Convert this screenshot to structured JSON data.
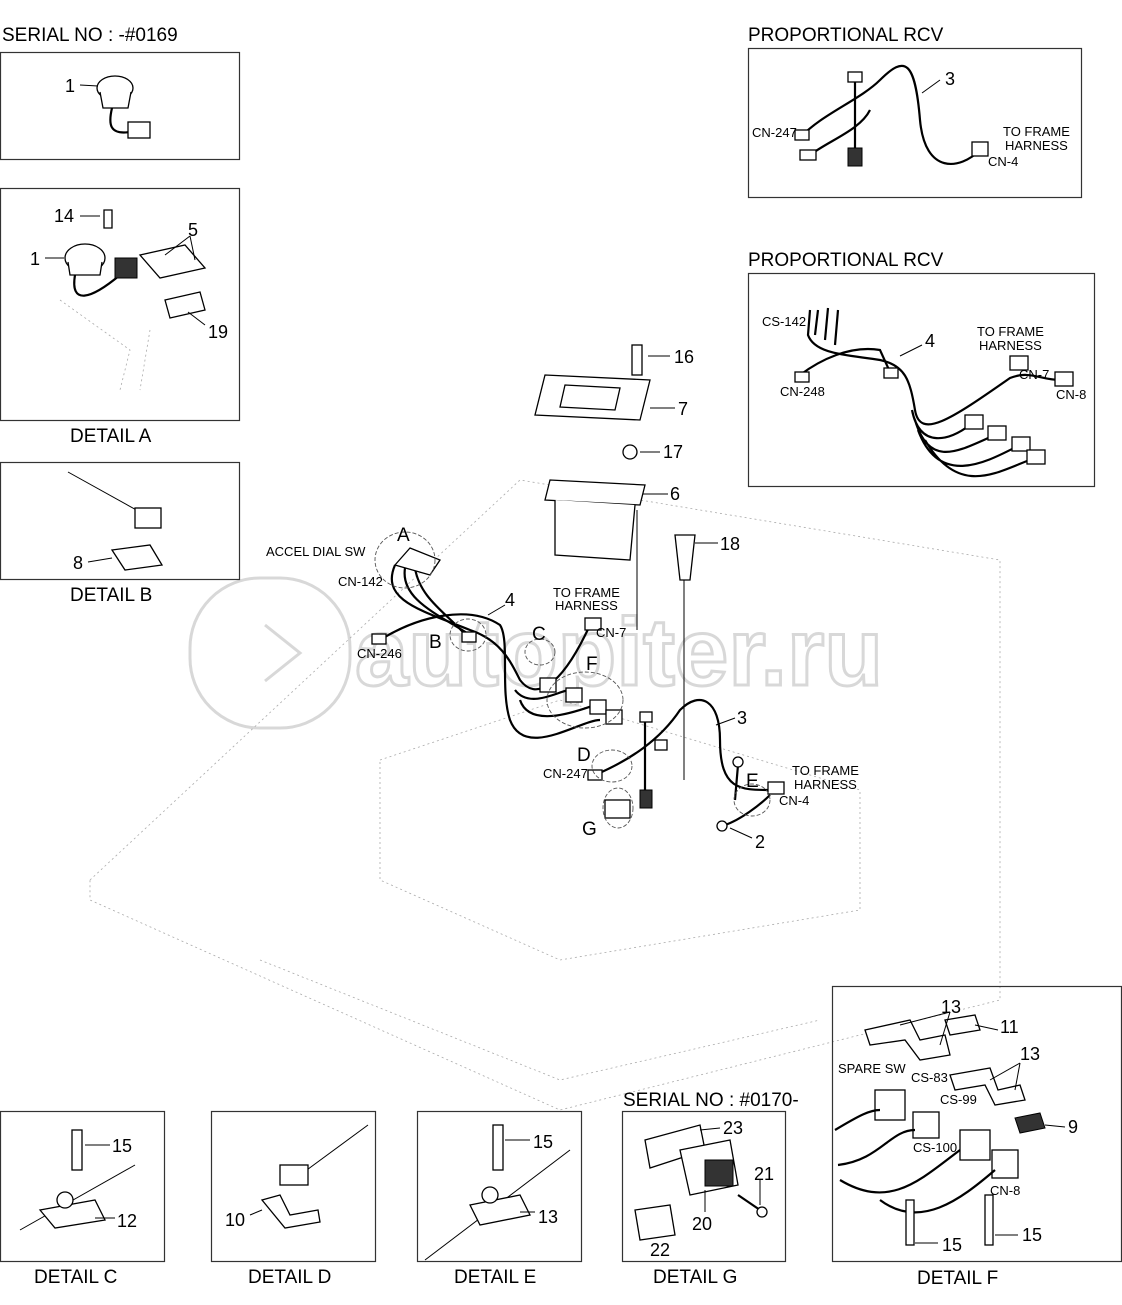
{
  "watermark": "autopiter.ru",
  "titles": {
    "serial_old": "SERIAL NO : -#0169",
    "serial_new": "SERIAL NO : #0170-",
    "rcv_1": "PROPORTIONAL RCV",
    "rcv_2": "PROPORTIONAL RCV"
  },
  "captions": {
    "detail_a": "DETAIL A",
    "detail_b": "DETAIL B",
    "detail_c": "DETAIL C",
    "detail_d": "DETAIL D",
    "detail_e": "DETAIL E",
    "detail_f": "DETAIL F",
    "detail_g": "DETAIL G"
  },
  "connectors": {
    "cn247_rcv": "CN-247",
    "cn4_rcv": "CN-4",
    "to_frame_rcv1_a": "TO FRAME",
    "to_frame_rcv1_b": "HARNESS",
    "cs142": "CS-142",
    "cn248": "CN-248",
    "cn7_rcv": "CN-7",
    "cn8_rcv": "CN-8",
    "to_frame_rcv2_a": "TO FRAME",
    "to_frame_rcv2_b": "HARNESS",
    "accel_dial": "ACCEL DIAL SW",
    "cn142": "CN-142",
    "cn246": "CN-246",
    "to_frame_main_a": "TO FRAME",
    "to_frame_main_b": "HARNESS",
    "cn7_main": "CN-7",
    "cn247_main": "CN-247",
    "to_frame_main2_a": "TO FRAME",
    "to_frame_main2_b": "HARNESS",
    "cn4_main": "CN-4",
    "spare_sw": "SPARE SW",
    "cs83": "CS-83",
    "cs99": "CS-99",
    "cs100": "CS-100",
    "cn8_f": "CN-8"
  },
  "detail_letters": {
    "a": "A",
    "b": "B",
    "c": "C",
    "d": "D",
    "e": "E",
    "f": "F",
    "g": "G"
  },
  "callouts": {
    "serial_1": "1",
    "a_14": "14",
    "a_5": "5",
    "a_1": "1",
    "a_19": "19",
    "b_8": "8",
    "rcv1_3": "3",
    "rcv2_4": "4",
    "m_16": "16",
    "m_7": "7",
    "m_17": "17",
    "m_6": "6",
    "m_18": "18",
    "m_4": "4",
    "m_3": "3",
    "m_2": "2",
    "c_15": "15",
    "c_12": "12",
    "d_10": "10",
    "e_15": "15",
    "e_13": "13",
    "g_23": "23",
    "g_21": "21",
    "g_20": "20",
    "g_22": "22",
    "f_13a": "13",
    "f_11": "11",
    "f_13b": "13",
    "f_9": "9",
    "f_15a": "15",
    "f_15b": "15"
  }
}
